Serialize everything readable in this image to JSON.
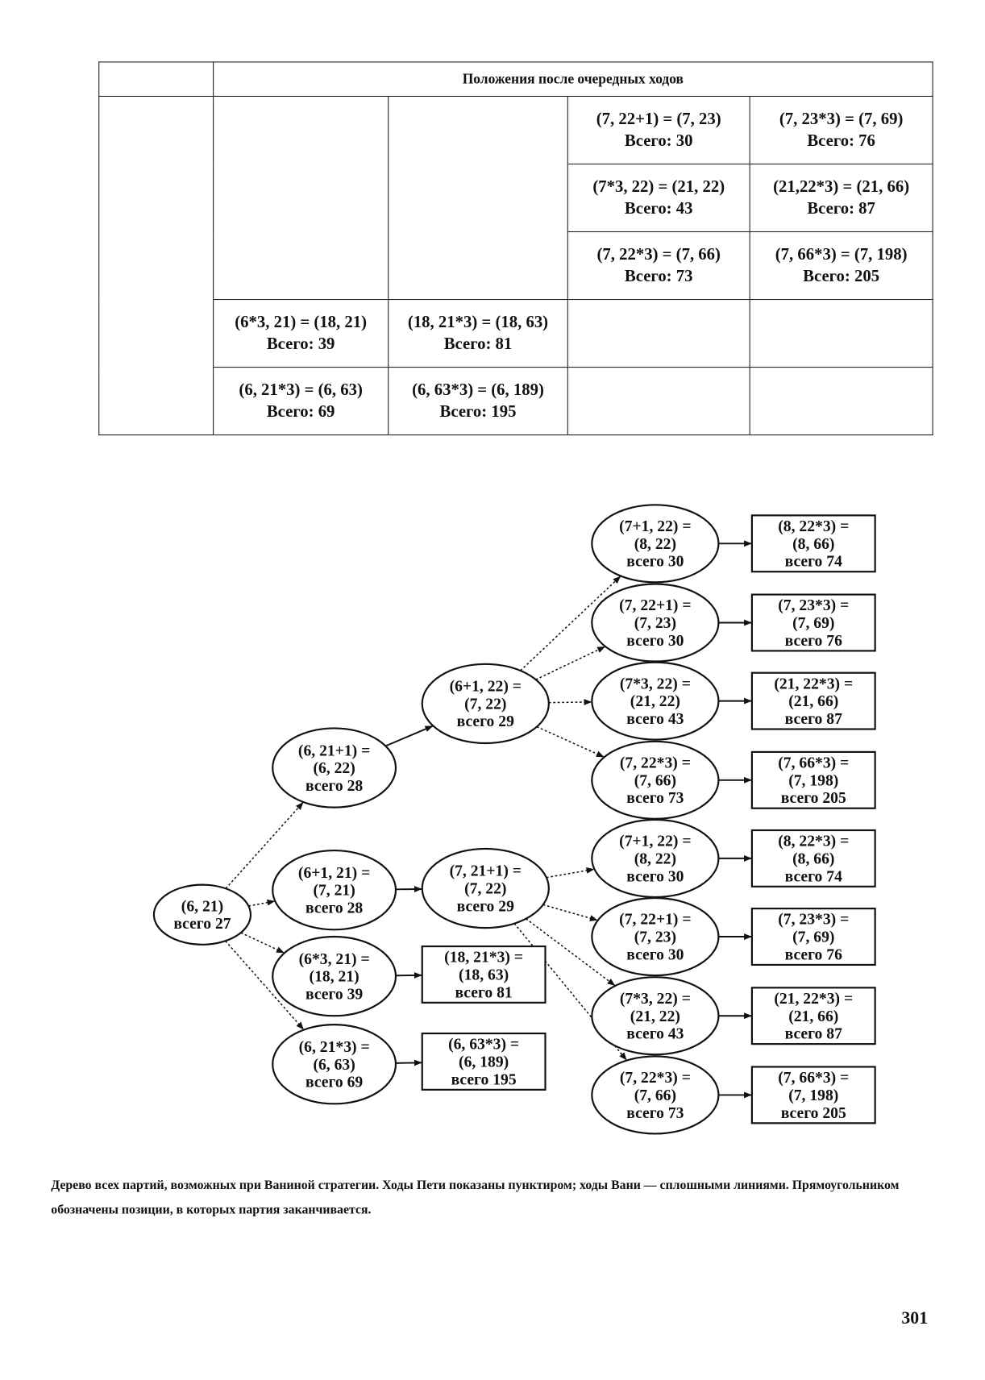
{
  "table": {
    "header": "Положения после очередных ходов",
    "cells": {
      "r1c3": [
        "(7, 22+1) = (7, 23)",
        "Всего: 30"
      ],
      "r1c4": [
        "(7, 23*3) = (7, 69)",
        "Всего: 76"
      ],
      "r2c3": [
        "(7*3, 22) = (21, 22)",
        "Всего: 43"
      ],
      "r2c4": [
        "(21,22*3) = (21, 66)",
        "Всего: 87"
      ],
      "r3c3": [
        "(7, 22*3) = (7, 66)",
        "Всего: 73"
      ],
      "r3c4": [
        "(7, 66*3) = (7, 198)",
        "Всего: 205"
      ],
      "r4c1": [
        "(6*3, 21) = (18, 21)",
        "Всего: 39"
      ],
      "r4c2": [
        "(18, 21*3) = (18, 63)",
        "Всего: 81"
      ],
      "r5c1": [
        "(6, 21*3) = (6, 63)",
        "Всего: 69"
      ],
      "r5c2": [
        "(6, 63*3) = (6, 189)",
        "Всего: 195"
      ]
    }
  },
  "tree": {
    "nodes": [
      {
        "shape": "ellipse",
        "lines": [
          "(6, 21)",
          "всего 27"
        ]
      },
      {
        "shape": "ellipse",
        "lines": [
          "(6, 21+1) =",
          "(6, 22)",
          "всего 28"
        ]
      },
      {
        "shape": "ellipse",
        "lines": [
          "(6+1, 21) =",
          "(7, 21)",
          "всего 28"
        ]
      },
      {
        "shape": "ellipse",
        "lines": [
          "(6*3, 21) =",
          "(18, 21)",
          "всего 39"
        ]
      },
      {
        "shape": "ellipse",
        "lines": [
          "(6, 21*3) =",
          "(6, 63)",
          "всего 69"
        ]
      },
      {
        "shape": "ellipse",
        "lines": [
          "(6+1, 22) =",
          "(7, 22)",
          "всего 29"
        ]
      },
      {
        "shape": "ellipse",
        "lines": [
          "(7, 21+1) =",
          "(7, 22)",
          "всего 29"
        ]
      },
      {
        "shape": "box",
        "lines": [
          "(18, 21*3) =",
          "(18, 63)",
          "всего 81"
        ]
      },
      {
        "shape": "box",
        "lines": [
          "(6, 63*3) =",
          "(6, 189)",
          "всего 195"
        ]
      },
      {
        "shape": "ellipse",
        "lines": [
          "(7+1, 22) =",
          "(8, 22)",
          "всего 30"
        ]
      },
      {
        "shape": "ellipse",
        "lines": [
          "(7, 22+1) =",
          "(7, 23)",
          "всего 30"
        ]
      },
      {
        "shape": "ellipse",
        "lines": [
          "(7*3, 22) =",
          "(21, 22)",
          "всего 43"
        ]
      },
      {
        "shape": "ellipse",
        "lines": [
          "(7, 22*3) =",
          "(7, 66)",
          "всего 73"
        ]
      },
      {
        "shape": "ellipse",
        "lines": [
          "(7+1, 22) =",
          "(8, 22)",
          "всего 30"
        ]
      },
      {
        "shape": "ellipse",
        "lines": [
          "(7, 22+1) =",
          "(7, 23)",
          "всего 30"
        ]
      },
      {
        "shape": "ellipse",
        "lines": [
          "(7*3, 22) =",
          "(21, 22)",
          "всего 43"
        ]
      },
      {
        "shape": "ellipse",
        "lines": [
          "(7, 22*3) =",
          "(7, 66)",
          "всего 73"
        ]
      },
      {
        "shape": "box",
        "lines": [
          "(8, 22*3) =",
          "(8, 66)",
          "всего 74"
        ]
      },
      {
        "shape": "box",
        "lines": [
          "(7, 23*3) =",
          "(7, 69)",
          "всего 76"
        ]
      },
      {
        "shape": "box",
        "lines": [
          "(21, 22*3) =",
          "(21, 66)",
          "всего 87"
        ]
      },
      {
        "shape": "box",
        "lines": [
          "(7, 66*3) =",
          "(7, 198)",
          "всего 205"
        ]
      },
      {
        "shape": "box",
        "lines": [
          "(8, 22*3) =",
          "(8, 66)",
          "всего 74"
        ]
      },
      {
        "shape": "box",
        "lines": [
          "(7, 23*3) =",
          "(7, 69)",
          "всего 76"
        ]
      },
      {
        "shape": "box",
        "lines": [
          "(21, 22*3) =",
          "(21, 66)",
          "всего 87"
        ]
      },
      {
        "shape": "box",
        "lines": [
          "(7, 66*3) =",
          "(7, 198)",
          "всего 205"
        ]
      }
    ],
    "edges": [
      {
        "from": 0,
        "to": 1,
        "style": "dashed"
      },
      {
        "from": 0,
        "to": 2,
        "style": "dashed"
      },
      {
        "from": 0,
        "to": 3,
        "style": "dashed"
      },
      {
        "from": 0,
        "to": 4,
        "style": "dashed"
      },
      {
        "from": 1,
        "to": 5,
        "style": "solid"
      },
      {
        "from": 2,
        "to": 6,
        "style": "solid"
      },
      {
        "from": 3,
        "to": 7,
        "style": "solid"
      },
      {
        "from": 4,
        "to": 8,
        "style": "solid"
      },
      {
        "from": 5,
        "to": 9,
        "style": "dashed"
      },
      {
        "from": 5,
        "to": 10,
        "style": "dashed"
      },
      {
        "from": 5,
        "to": 11,
        "style": "dashed"
      },
      {
        "from": 5,
        "to": 12,
        "style": "dashed"
      },
      {
        "from": 6,
        "to": 13,
        "style": "dashed"
      },
      {
        "from": 6,
        "to": 14,
        "style": "dashed"
      },
      {
        "from": 6,
        "to": 15,
        "style": "dashed"
      },
      {
        "from": 6,
        "to": 16,
        "style": "dashed"
      },
      {
        "from": 9,
        "to": 17,
        "style": "solid"
      },
      {
        "from": 10,
        "to": 18,
        "style": "solid"
      },
      {
        "from": 11,
        "to": 19,
        "style": "solid"
      },
      {
        "from": 12,
        "to": 20,
        "style": "solid"
      },
      {
        "from": 13,
        "to": 21,
        "style": "solid"
      },
      {
        "from": 14,
        "to": 22,
        "style": "solid"
      },
      {
        "from": 15,
        "to": 23,
        "style": "solid"
      },
      {
        "from": 16,
        "to": 24,
        "style": "solid"
      }
    ]
  },
  "caption": "Дерево всех партий, возможных при Ваниной стратегии. Ходы Пети показаны пунктиром; ходы Вани — сплошными линиями. Прямоугольником обозначены позиции, в которых партия заканчивается.",
  "page_number": "301"
}
